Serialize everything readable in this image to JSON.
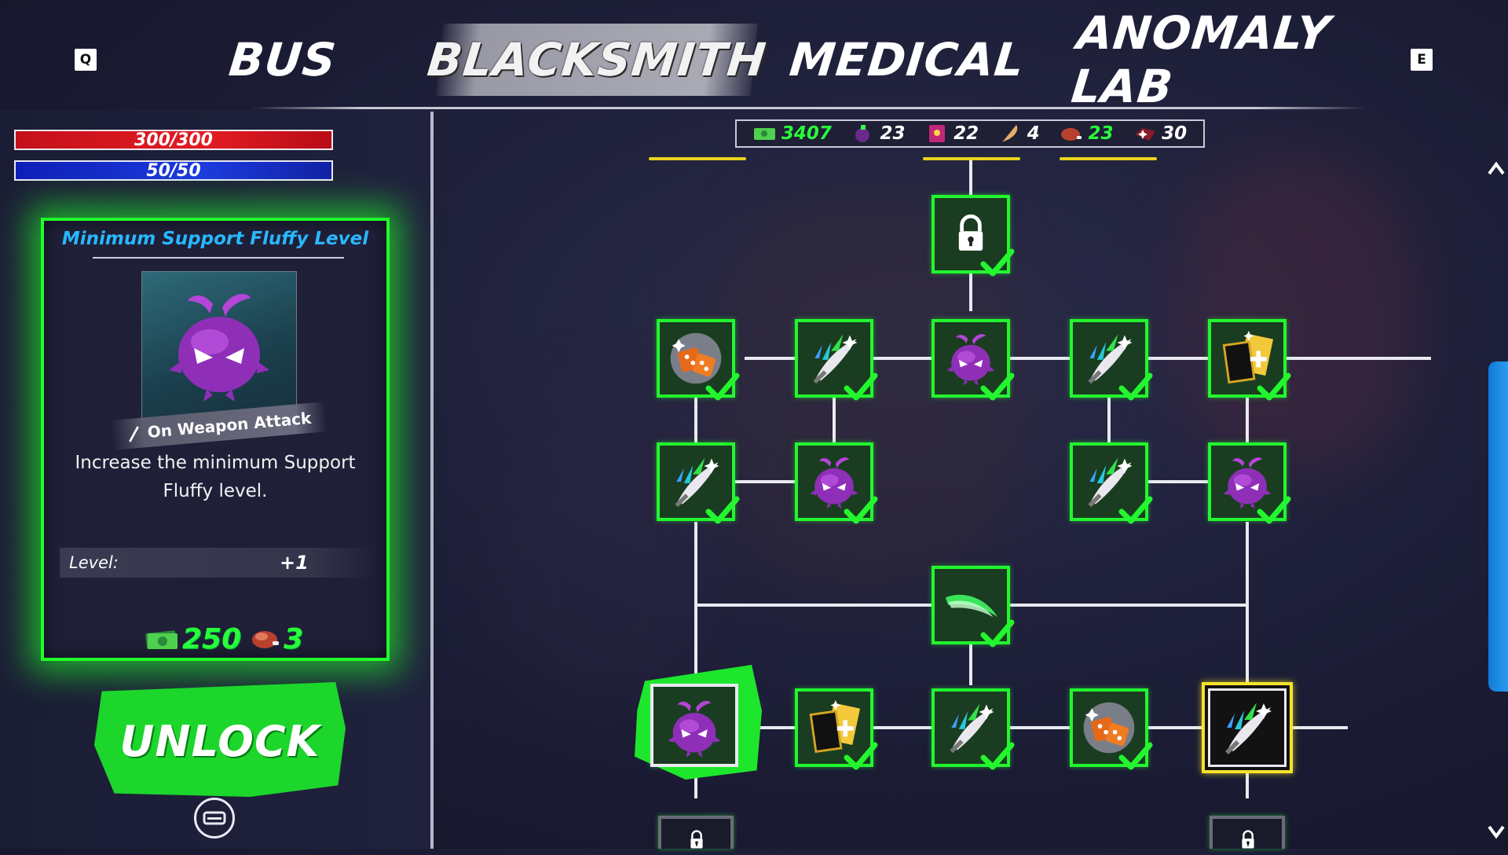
{
  "nav": {
    "prev_key": "Q",
    "next_key": "E",
    "tabs": [
      {
        "label": "BUS",
        "active": false
      },
      {
        "label": "BLACKSMITH",
        "active": true
      },
      {
        "label": "MEDICAL",
        "active": false
      },
      {
        "label": "ANOMALY LAB",
        "active": false
      }
    ]
  },
  "stats": {
    "hp": "300/300",
    "mp": "50/50",
    "hp_color": "#e31c24",
    "mp_color": "#1d3ae0"
  },
  "card": {
    "title": "Minimum Support Fluffy Level",
    "trigger": "On Weapon Attack",
    "description": "Increase the minimum Support Fluffy level.",
    "level_label": "Level:",
    "level_value": "+1",
    "cost_cash": "250",
    "cost_material": "3",
    "cash_icon": "cash-icon",
    "material_icon": "meat-icon"
  },
  "unlock": {
    "label": "UNLOCK",
    "controller_hint_icon": "gamepad-button-icon"
  },
  "resources": [
    {
      "icon": "cash-icon",
      "value": "3407",
      "highlight": true
    },
    {
      "icon": "grenade-icon",
      "value": "23",
      "highlight": false
    },
    {
      "icon": "spellbook-icon",
      "value": "22",
      "highlight": false
    },
    {
      "icon": "feather-icon",
      "value": "4",
      "highlight": false
    },
    {
      "icon": "meat-icon",
      "value": "23",
      "highlight": true
    },
    {
      "icon": "gem-icon",
      "value": "30",
      "highlight": false
    }
  ],
  "tree_nodes": [
    {
      "id": "lock-top",
      "icon": "padlock-icon",
      "state": "unlocked"
    },
    {
      "id": "r1c1",
      "icon": "dice-icon",
      "state": "unlocked"
    },
    {
      "id": "r1c2",
      "icon": "blade-upgrade-icon",
      "state": "unlocked"
    },
    {
      "id": "r1c3",
      "icon": "fluffy-icon",
      "state": "unlocked"
    },
    {
      "id": "r1c4",
      "icon": "blade-upgrade-icon",
      "state": "unlocked"
    },
    {
      "id": "r1c5",
      "icon": "card-plus-icon",
      "state": "unlocked"
    },
    {
      "id": "r2c1",
      "icon": "blade-upgrade-icon",
      "state": "unlocked"
    },
    {
      "id": "r2c2",
      "icon": "fluffy-icon",
      "state": "unlocked"
    },
    {
      "id": "r2c4",
      "icon": "blade-upgrade-icon",
      "state": "unlocked"
    },
    {
      "id": "r2c5",
      "icon": "fluffy-icon",
      "state": "unlocked"
    },
    {
      "id": "mid",
      "icon": "slash-wave-icon",
      "state": "unlocked"
    },
    {
      "id": "r4c1",
      "icon": "fluffy-icon",
      "state": "current"
    },
    {
      "id": "r4c2",
      "icon": "card-plus-icon",
      "state": "unlocked"
    },
    {
      "id": "r4c3",
      "icon": "blade-upgrade-icon",
      "state": "unlocked"
    },
    {
      "id": "r4c4",
      "icon": "dice-icon",
      "state": "unlocked"
    },
    {
      "id": "r4c5",
      "icon": "blade-upgrade-icon",
      "state": "selected"
    },
    {
      "id": "r5c1",
      "icon": "padlock-icon",
      "state": "locked"
    },
    {
      "id": "r5c5",
      "icon": "padlock-icon",
      "state": "locked"
    }
  ],
  "colors": {
    "accent_green": "#23f62f",
    "selected_yellow": "#f5e22b",
    "title_blue": "#29b8ff"
  }
}
